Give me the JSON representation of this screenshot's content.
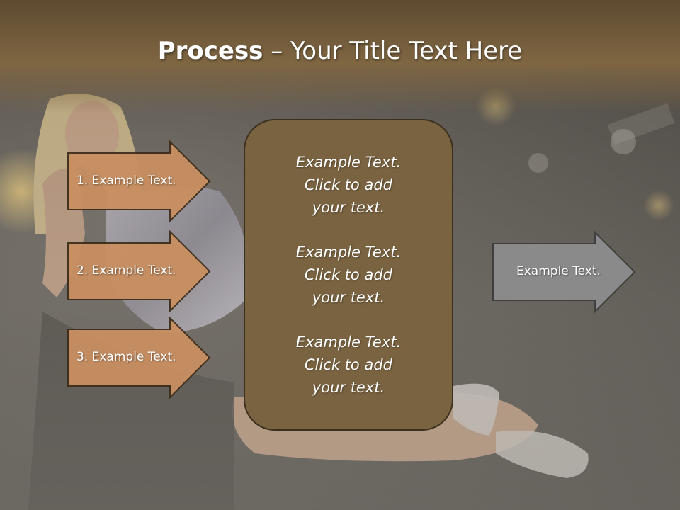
{
  "title": {
    "bold": "Process",
    "rest": " – Your Title Text Here"
  },
  "left_arrows": [
    {
      "label": "1. Example Text."
    },
    {
      "label": "2. Example Text."
    },
    {
      "label": "3. Example Text."
    }
  ],
  "center_box": {
    "blocks": [
      {
        "lines": [
          "Example Text.",
          "Click  to add",
          "your text."
        ]
      },
      {
        "lines": [
          "Example Text.",
          "Click  to add",
          "your text."
        ]
      },
      {
        "lines": [
          "Example Text.",
          "Click  to add",
          "your text."
        ]
      }
    ]
  },
  "right_arrow": {
    "label": "Example Text."
  },
  "colors": {
    "title_bar": "#7f6642",
    "left_arrow_fill": "#c98f61",
    "center_box_fill": "#7a6340",
    "right_arrow_fill": "#8a8a8a"
  }
}
